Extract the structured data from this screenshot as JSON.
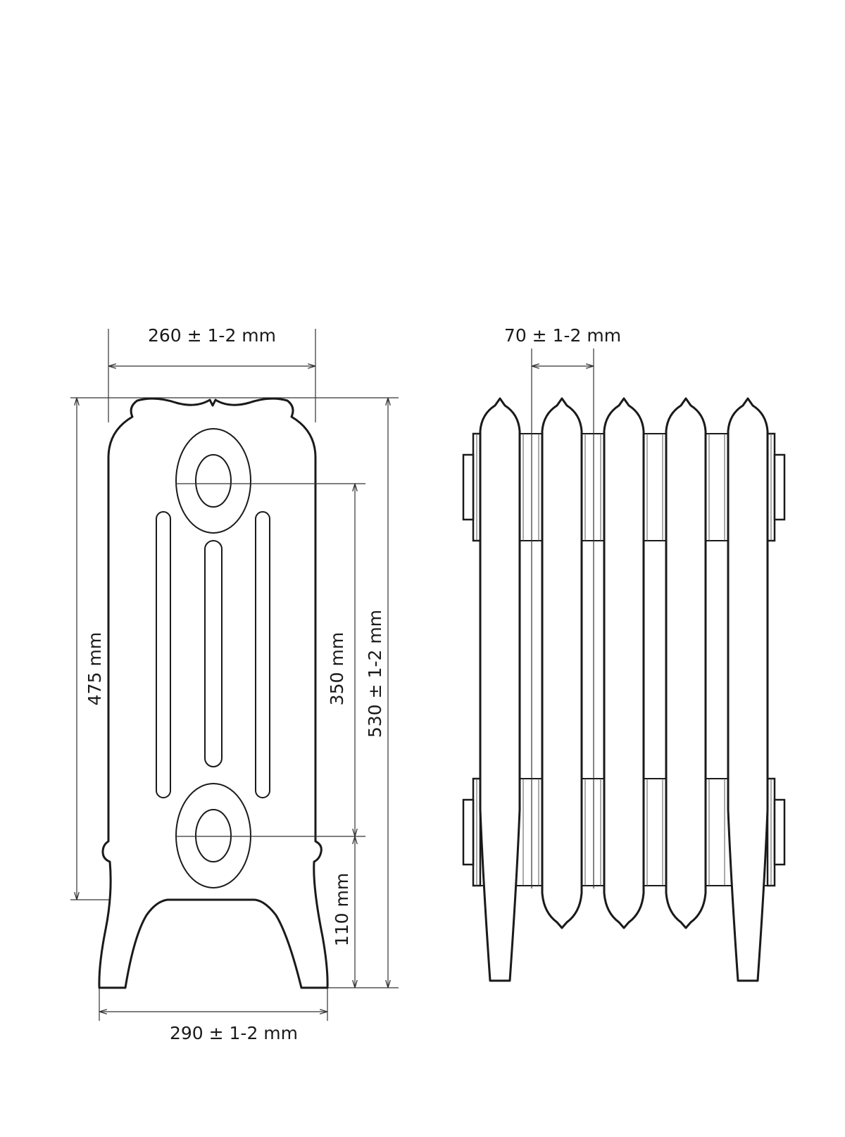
{
  "front_view": {
    "width_top_label": "260 ± 1-2 mm",
    "width_bottom_label": "290 ± 1-2 mm",
    "height_body_label": "475 mm",
    "axis_distance_label": "350 mm",
    "total_height_label": "530 ± 1-2 mm",
    "leg_height_label": "110 mm"
  },
  "side_view": {
    "section_pitch_label": "70 ± 1-2 mm",
    "section_count": 5
  },
  "colors": {
    "line": "#1a1a1a",
    "background": "#ffffff"
  }
}
